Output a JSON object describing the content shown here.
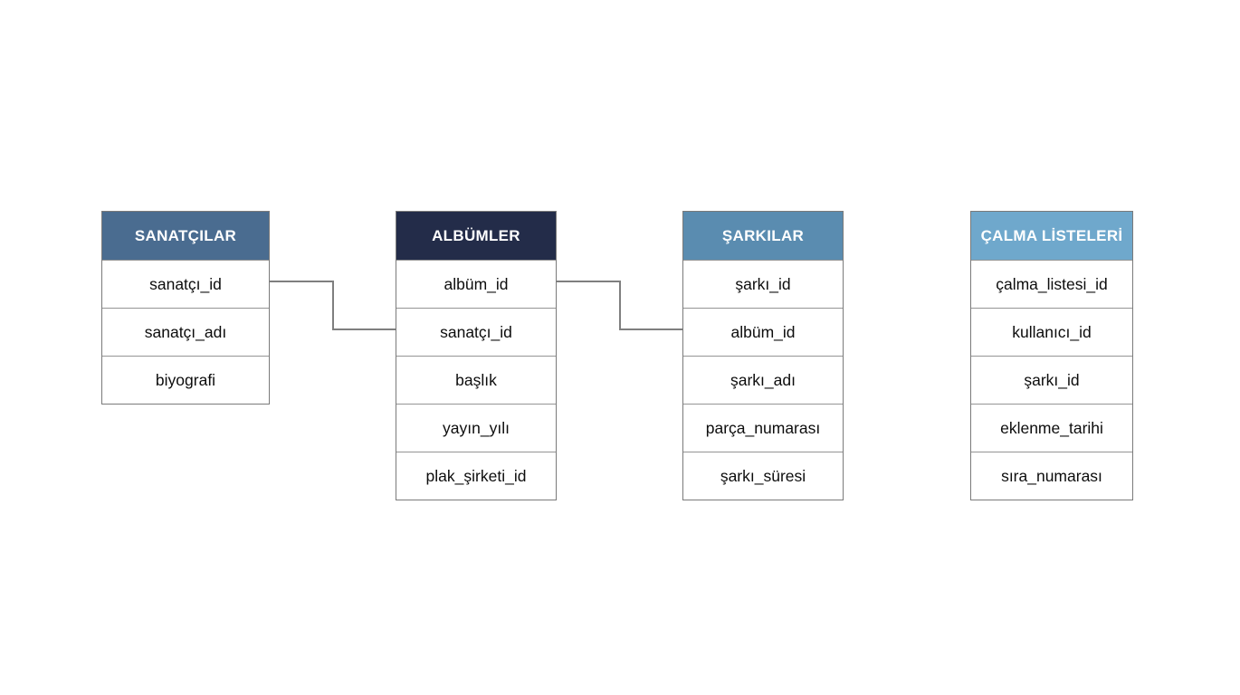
{
  "diagram": {
    "type": "entity-relationship-schema",
    "background_color": "#ffffff",
    "border_color": "#7a7a7a",
    "row_divider_color": "#949494",
    "connector_color": "#7f7f7f",
    "row_text_color": "#0d0d0d",
    "header_text_color": "#ffffff"
  },
  "tables": [
    {
      "name": "SANATÇILAR",
      "header_color": "#4a6c90",
      "rows": [
        "sanatçı_id",
        "sanatçı_adı",
        "biyografi"
      ]
    },
    {
      "name": "ALBÜMLER",
      "header_color": "#232c49",
      "rows": [
        "albüm_id",
        "sanatçı_id",
        "başlık",
        "yayın_yılı",
        "plak_şirketi_id"
      ]
    },
    {
      "name": "ŞARKILAR",
      "header_color": "#5a8cb0",
      "rows": [
        "şarkı_id",
        "albüm_id",
        "şarkı_adı",
        "parça_numarası",
        "şarkı_süresi"
      ]
    },
    {
      "name": "ÇALMA LİSTELERİ",
      "header_color": "#6fa8cc",
      "rows": [
        "çalma_listesi_id",
        "kullanıcı_id",
        "şarkı_id",
        "eklenme_tarihi",
        "sıra_numarası"
      ]
    }
  ],
  "relationships": [
    {
      "from_table": "SANATÇILAR",
      "from_field": "sanatçı_id",
      "to_table": "ALBÜMLER",
      "to_field": "sanatçı_id"
    },
    {
      "from_table": "ALBÜMLER",
      "from_field": "albüm_id",
      "to_table": "ŞARKILAR",
      "to_field": "albüm_id"
    }
  ]
}
